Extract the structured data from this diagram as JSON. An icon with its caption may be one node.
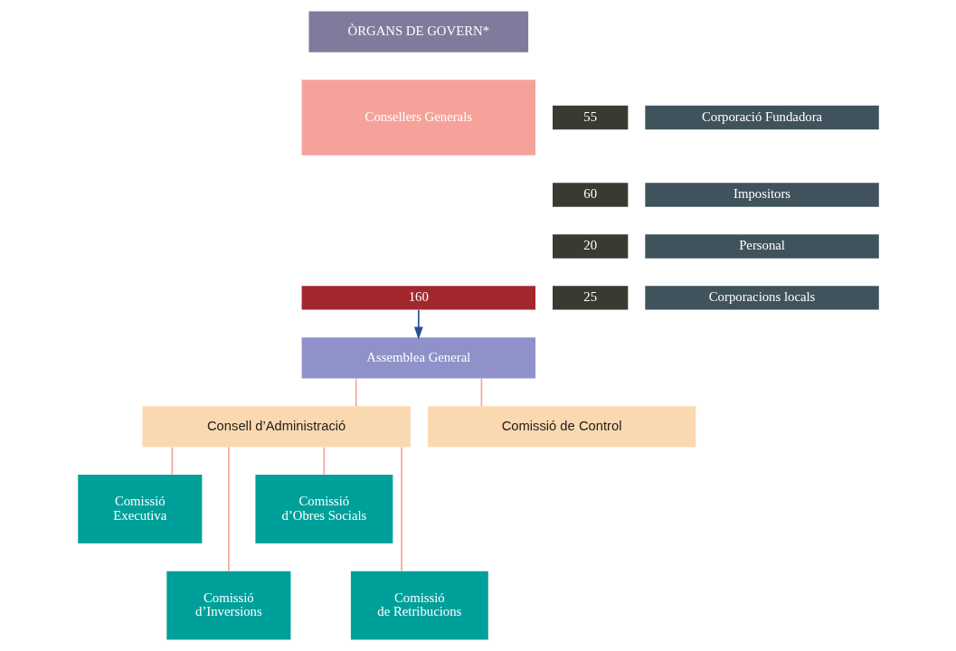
{
  "diagram": {
    "nodes": [
      {
        "text": [
          "ÒRGANS DE GOVERN*"
        ]
      },
      {
        "text": [
          "Consellers Generals"
        ]
      },
      {
        "text": [
          "160"
        ]
      },
      {
        "text": [
          "55"
        ]
      },
      {
        "text": [
          "Corporació Fundadora"
        ]
      },
      {
        "text": [
          "60"
        ]
      },
      {
        "text": [
          "Impositors"
        ]
      },
      {
        "text": [
          "20"
        ]
      },
      {
        "text": [
          "Personal"
        ]
      },
      {
        "text": [
          "25"
        ]
      },
      {
        "text": [
          "Corporacions locals"
        ]
      },
      {
        "text": [
          "Assemblea General"
        ]
      },
      {
        "text": [
          "Consell d’Administració"
        ]
      },
      {
        "text": [
          "Comissió de Control"
        ]
      },
      {
        "text": [
          "Comissió Executiva"
        ]
      },
      {
        "text": [
          "Comissió d’Obres Socials"
        ]
      },
      {
        "text": [
          "Comissió d’Inversions"
        ]
      },
      {
        "text": [
          "Comissió de Retribucions"
        ]
      }
    ],
    "edges": [
      {
        "from": 2,
        "to": 11,
        "arrow": "to",
        "color": "#2b4c9b"
      },
      {
        "from": 11,
        "to": 12,
        "arrow": "none"
      },
      {
        "from": 11,
        "to": 13,
        "arrow": "none"
      },
      {
        "from": 12,
        "to": 14,
        "arrow": "none"
      },
      {
        "from": 12,
        "to": 15,
        "arrow": "none"
      },
      {
        "from": 12,
        "to": 16,
        "arrow": "none"
      },
      {
        "from": 12,
        "to": 17,
        "arrow": "none"
      }
    ]
  }
}
